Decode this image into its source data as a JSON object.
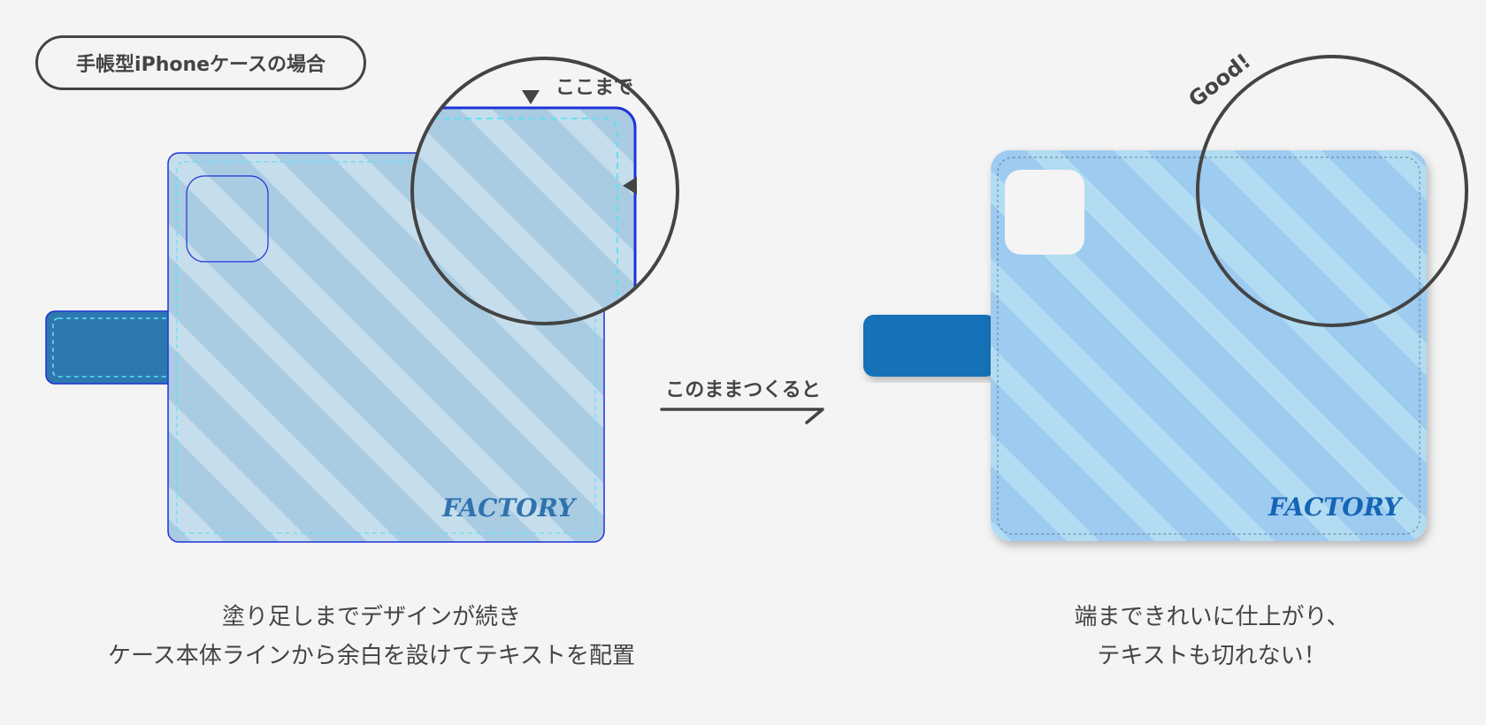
{
  "header": {
    "badge_label": "手帳型iPhoneケースの場合"
  },
  "left_mockup": {
    "callout_label": "ここまで",
    "logo_text": "FACTORY"
  },
  "arrow": {
    "label": "このままつくると"
  },
  "right_mockup": {
    "tag_label": "Good!",
    "logo_text": "FACTORY"
  },
  "captions": {
    "left": [
      "塗り足しまでデザインが続き",
      "ケース本体ラインから余白を設けてテキストを配置"
    ],
    "right": [
      "端まできれいに仕上がり、",
      "テキストも切れない！"
    ]
  },
  "colors": {
    "design_fill": "#a9cce3",
    "outline_blue": "#1f33d6",
    "safe_line": "#5ce1f2",
    "case_fill": "#9ecbf0",
    "band_dark": "#2e78b0",
    "band_finished": "#1571b8",
    "logo": "#2f72ad",
    "logo_finished": "#1565b5",
    "ring": "#444444"
  }
}
